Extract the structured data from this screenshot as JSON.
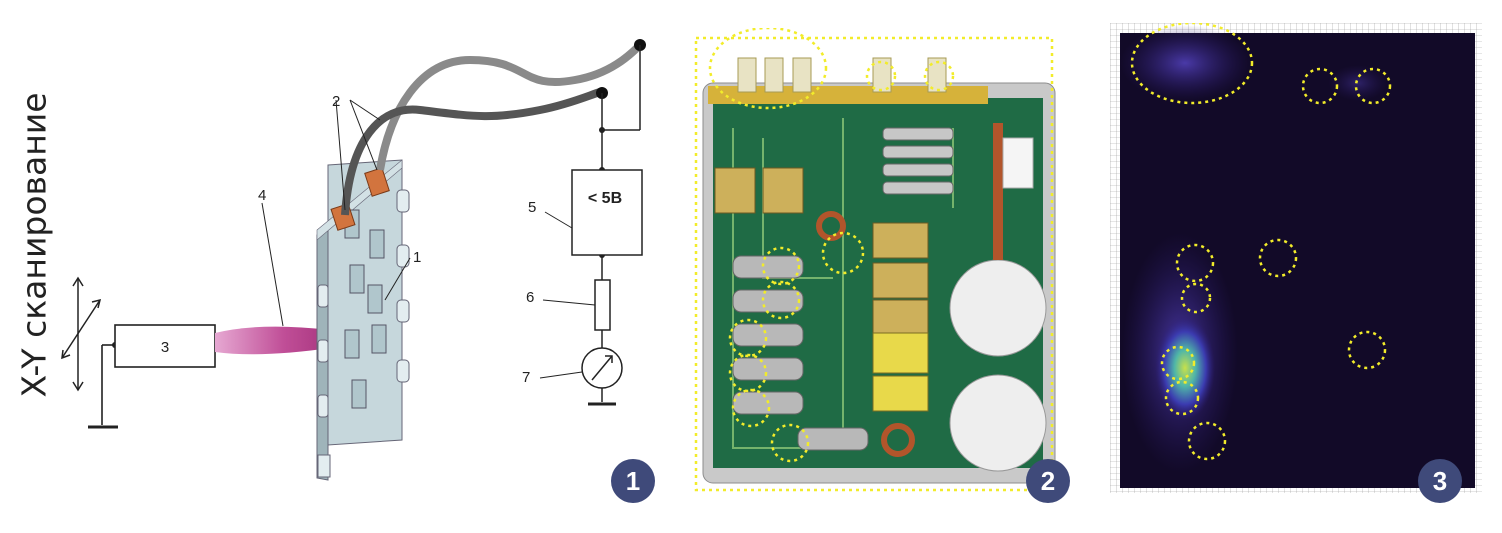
{
  "title_vertical": "X-Y сканирование",
  "diagram": {
    "labels": {
      "n1": "1",
      "n2": "2",
      "n3": "3",
      "n4": "4",
      "n5": "5",
      "n6": "6",
      "n7": "7",
      "supply": "< 5B"
    }
  },
  "badges": [
    "1",
    "2",
    "3"
  ],
  "colors": {
    "board": "#b9cdd3",
    "beam": "#c04e97",
    "pcb": "#1f6b45",
    "scan_bg": "#120a28",
    "marker": "#f2ec2a",
    "badge": "#3f4a7a"
  }
}
